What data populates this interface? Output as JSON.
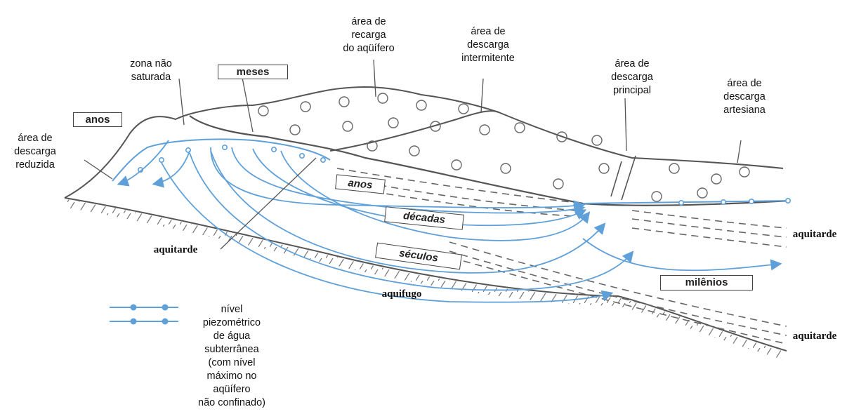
{
  "labels": {
    "zona_nao_saturada": "zona não\nsaturada",
    "area_descarga_reduzida": "área de\ndescarga\nreduzida",
    "area_recarga": "área de\nrecarga\ndo aqüífero",
    "area_descarga_intermitente": "área de\ndescarga\nintermitente",
    "area_descarga_principal": "área de\ndescarga\nprincipal",
    "area_descarga_artesiana": "área de\ndescarga\nartesiana",
    "aquitarde_left": "aquitarde",
    "aquitarde_right_top": "aquitarde",
    "aquitarde_right_bottom": "aquitarde",
    "aquifugo": "aquifugo",
    "legend_text": "nível\npiezométrico\nde água\nsubterrânea\n(com nível\nmáximo no\naqüífero\nnão confinado)"
  },
  "time_boxes": {
    "anos_left": "anos",
    "meses": "meses",
    "anos_mid": "anos",
    "decadas": "décadas",
    "seculos": "séculos",
    "milenios": "milênios"
  },
  "colors": {
    "flow": "#5fa0d8",
    "terrain": "#555555",
    "text": "#111111"
  }
}
